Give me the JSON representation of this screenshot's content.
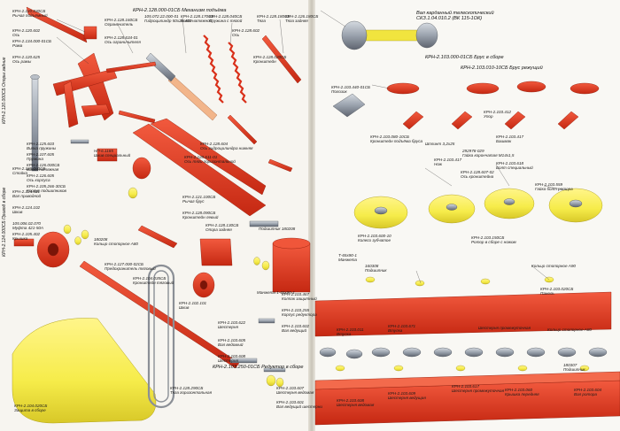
{
  "titles": {
    "left_top": "КРН-2.128.000-01СБ Механизм подъёма",
    "right_shaft": "Вал карданный телескопический СКЗ.1.04.010.2 (ВК 115-1ОК)",
    "right_bar": "КРН-2.103.000-01СБ Брус в сборе",
    "right_knife": "КРН-2.103.010-10СБ Брус режущий",
    "left_drive": "КРН-2.103.250-01СБ Редуктор в сборе"
  },
  "vertical_titles": [
    "КРН-2.120.000СБ Опоры задние",
    "КРН-2.124.000СБ Привод в сборе"
  ],
  "labels_left": [
    {
      "code": "КРН-2.120.030СБ",
      "name": "Рычаг подъёмный"
    },
    {
      "code": "КРН-2.120.602",
      "name": "Ось"
    },
    {
      "code": "КРН-2.134.000-01СБ",
      "name": "Рама"
    },
    {
      "code": "КРН-2.120.625",
      "name": "Ось рамы"
    },
    {
      "code": "КРН-2.126.000СБ",
      "name": "Стойка"
    },
    {
      "code": "КРН-2.128.160СБ",
      "name": "Ограничитель"
    },
    {
      "code": "105.072.22.000-01",
      "name": "Гидроцилиндр 50х25-400"
    },
    {
      "code": "КРН-2.128.634-01",
      "name": "Ось ограничителя"
    },
    {
      "code": "КРН-2.128.170СБ",
      "name": "Болт натяжной"
    },
    {
      "code": "КРН-2.128.040СБ",
      "name": "Пружина с тягой"
    },
    {
      "code": "КРН-2.128.180СБ",
      "name": "Тяга"
    },
    {
      "code": "КРН-2.126.180СБ",
      "name": "Тяга задняя"
    },
    {
      "code": "КРН-2.128.602",
      "name": "Ось"
    },
    {
      "code": "КРН-2.128.020СБ",
      "name": "Кронштейн"
    },
    {
      "code": "КРН-2.128.604",
      "name": "Ось гидроцилиндра нижняя"
    },
    {
      "code": "КРН-2.128.611-01",
      "name": "Ось тяги горизонтальной"
    },
    {
      "code": "КРН-2.125.603",
      "name": "Вилка пружины"
    },
    {
      "code": "КРН-2.107.605",
      "name": "Пружина"
    },
    {
      "code": "КРН-2.126.000СБ",
      "name": "Вилка натяжная"
    },
    {
      "code": "КРН-2.126.605",
      "name": "Ось корпуса"
    },
    {
      "code": "КРН-2.105.266-30СБ",
      "name": "Корпус подшипников"
    },
    {
      "code": "КРН-2.124.601",
      "name": "Вал приводной"
    },
    {
      "code": "КРН-2.124.102",
      "name": "Шкив"
    },
    {
      "code": "105.006.02.070",
      "name": "Муфта 421-50А"
    },
    {
      "code": "КРН-2.105.402",
      "name": "Крышка"
    },
    {
      "code": "НП-6.1185",
      "name": "Шкив специальный"
    },
    {
      "code": "КРН-2.121.100СБ",
      "name": "Рычаг брус"
    },
    {
      "code": "КРН-2.128.090СБ",
      "name": "Кронштейн левый"
    },
    {
      "code": "180208",
      "name": "Кольцо стопорное А80"
    },
    {
      "code": "КРН-2.127.000-02СБ",
      "name": "Предохранитель тяговый"
    },
    {
      "code": "КРН-2.104.035СБ",
      "name": "Кронштейн тяговый"
    },
    {
      "code": "КРН-2.102.101",
      "name": "Шкив"
    },
    {
      "code": "КРН-2.128.290СБ",
      "name": "Тяга горизонтальная"
    },
    {
      "code": "КРН-2.104.020СБ",
      "name": "Защита в сборе"
    },
    {
      "code": "КРН-2.128.130СБ",
      "name": "Опора задняя"
    },
    {
      "code": "Подшипник 180208",
      "name": ""
    },
    {
      "code": "Манжета 1-65х90-1",
      "name": ""
    },
    {
      "code": "КРН-2.103.622",
      "name": "Шестерня"
    },
    {
      "code": "КРН-2.103.605",
      "name": "Вал ведомый"
    },
    {
      "code": "КРН-2.103.467",
      "name": "Колпак защитный"
    },
    {
      "code": "КРН-2.103.255",
      "name": "Корпус редуктора"
    },
    {
      "code": "КРН-2.103.602",
      "name": "Вал ведущий"
    },
    {
      "code": "КРН-2.103.608",
      "name": "Шестерня"
    },
    {
      "code": "КРН-2.103.607",
      "name": "Шестерня ведомая"
    },
    {
      "code": "КРН-2.103.601",
      "name": "Вал ведущий шестерни"
    }
  ],
  "labels_right": [
    {
      "code": "КРН-2.103.440-01СБ",
      "name": "Полозок"
    },
    {
      "code": "КРН-2.103.412",
      "name": "Упор"
    },
    {
      "code": "КРН-2.103.417",
      "name": "Башмак"
    },
    {
      "code": "КРН-2.103.080-10СБ",
      "name": "Кронштейн подъёма бруса"
    },
    {
      "code": "Шплинт 3,2х25",
      "name": ""
    },
    {
      "code": "292978-029",
      "name": "Гайка корончатая М14х1,5"
    },
    {
      "code": "КРН-2.103.417",
      "name": "Нож"
    },
    {
      "code": "КРН-2.103.618",
      "name": "Болт специальный"
    },
    {
      "code": "КРН-2.103.559",
      "name": "Гайка болт ротора"
    },
    {
      "code": "КРН-2.128.607-02",
      "name": "Ось кронштейна"
    },
    {
      "code": "КРН-2.103.600-10",
      "name": "Колесо зубчатое"
    },
    {
      "code": "Т-65х90-1",
      "name": "Манжета"
    },
    {
      "code": "160308",
      "name": "Подшипник"
    },
    {
      "code": "КРН-2.103.150СБ",
      "name": "Ротор в сборе с ножом"
    },
    {
      "code": "Кольцо стопорное А90",
      "name": ""
    },
    {
      "code": "КРН-2.103.011",
      "name": "Втулка"
    },
    {
      "code": "КРН-2.103.671",
      "name": "Втулка"
    },
    {
      "code": "КРН-2.103.020СБ",
      "name": "Панель"
    },
    {
      "code": "Шестерня промежуточная",
      "name": ""
    },
    {
      "code": "Кольцо стопорное А80",
      "name": ""
    },
    {
      "code": "КРН-2.103.608",
      "name": "Шестерня ведомая"
    },
    {
      "code": "КРН-2.103.609",
      "name": "Шестерня ведущая"
    },
    {
      "code": "КРН-2.103.617",
      "name": "Шестерня промежуточная"
    },
    {
      "code": "КРН-2.103.060",
      "name": "Крышка передняя"
    },
    {
      "code": "КРН-2.103.604",
      "name": "Вал ротора"
    },
    {
      "code": "180307",
      "name": "Подшипник"
    }
  ],
  "colors": {
    "part_red": "#e5331d",
    "part_red_dark": "#b8230f",
    "part_yellow": "#f6ec4a",
    "part_yellow_dark": "#d8c828",
    "metal": "#9aa2ad",
    "metal_dark": "#5f6570",
    "text": "#1a1a1a"
  }
}
